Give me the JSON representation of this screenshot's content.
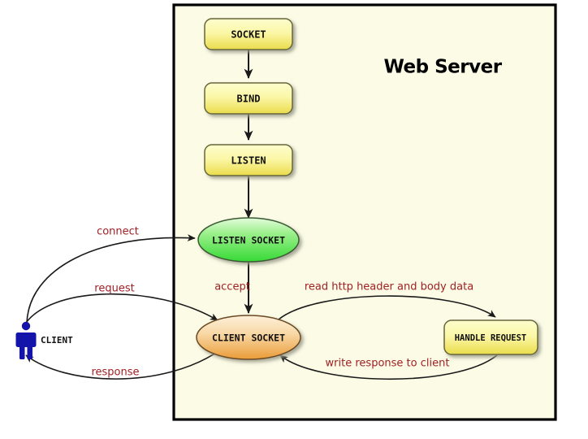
{
  "diagram": {
    "title": "Web Server",
    "container": {
      "label": "Web Server",
      "fill": "#fbfbe6",
      "stroke": "#000000"
    },
    "palette": {
      "process_top": "#fdfdca",
      "process_bottom": "#ebe04e",
      "listen_top": "#d9f7d0",
      "listen_bottom": "#3ddb3d",
      "client_socket_top": "#fbe6c6",
      "client_socket_bottom": "#eb9e3c",
      "edge": "#1a1a1a",
      "edge_label": "#a02025",
      "actor": "#1414aa",
      "node_border": "#66663a"
    },
    "nodes": [
      {
        "id": "socket",
        "label": "SOCKET",
        "shape": "rounded-rect",
        "kind": "process"
      },
      {
        "id": "bind",
        "label": "BIND",
        "shape": "rounded-rect",
        "kind": "process"
      },
      {
        "id": "listen",
        "label": "LISTEN",
        "shape": "rounded-rect",
        "kind": "process"
      },
      {
        "id": "listen_socket",
        "label": "LISTEN SOCKET",
        "shape": "ellipse",
        "kind": "listen-socket"
      },
      {
        "id": "client_socket",
        "label": "CLIENT SOCKET",
        "shape": "ellipse",
        "kind": "client-socket"
      },
      {
        "id": "handle_request",
        "label": "HANDLE REQUEST",
        "shape": "rounded-rect",
        "kind": "process"
      }
    ],
    "actor": {
      "id": "client",
      "label": "CLIENT",
      "icon": "person-icon"
    },
    "edges": [
      {
        "id": "e1",
        "from": "socket",
        "to": "bind",
        "label": ""
      },
      {
        "id": "e2",
        "from": "bind",
        "to": "listen",
        "label": ""
      },
      {
        "id": "e3",
        "from": "listen",
        "to": "listen_socket",
        "label": ""
      },
      {
        "id": "e4",
        "from": "client",
        "to": "listen_socket",
        "label": "connect"
      },
      {
        "id": "e5",
        "from": "listen_socket",
        "to": "client_socket",
        "label": "accept"
      },
      {
        "id": "e6",
        "from": "client",
        "to": "client_socket",
        "label": "request"
      },
      {
        "id": "e7",
        "from": "client_socket",
        "to": "handle_request",
        "label": "read http header and body data"
      },
      {
        "id": "e8",
        "from": "handle_request",
        "to": "client_socket",
        "label": "write response to client"
      },
      {
        "id": "e9",
        "from": "client_socket",
        "to": "client",
        "label": "response"
      }
    ]
  }
}
